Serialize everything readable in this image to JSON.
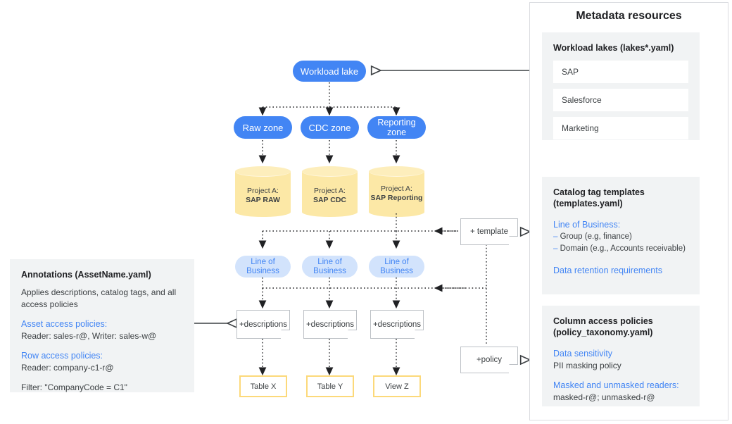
{
  "flow": {
    "root": {
      "label": "Workload lake"
    },
    "zones": [
      {
        "label": "Raw zone"
      },
      {
        "label": "CDC zone"
      },
      {
        "label": "Reporting zone"
      }
    ],
    "projects": [
      {
        "line1": "Project A:",
        "line2": "SAP RAW"
      },
      {
        "line1": "Project A:",
        "line2": "SAP CDC"
      },
      {
        "line1": "Project A:",
        "line2": "SAP Reporting"
      }
    ],
    "lob": [
      {
        "line1": "Line of",
        "line2": "Business"
      },
      {
        "line1": "Line of",
        "line2": "Business"
      },
      {
        "line1": "Line of",
        "line2": "Business"
      }
    ],
    "descriptions": [
      {
        "label": "+descriptions"
      },
      {
        "label": "+descriptions"
      },
      {
        "label": "+descriptions"
      }
    ],
    "assets": [
      {
        "label": "Table X"
      },
      {
        "label": "Table Y"
      },
      {
        "label": "View Z"
      }
    ],
    "template_note": {
      "label": "+ template"
    },
    "policy_note": {
      "label": "+policy"
    }
  },
  "annotations": {
    "title": "Annotations (AssetName.yaml)",
    "description": "Applies descriptions, catalog tags, and all access policies",
    "asset_policies_label": "Asset access policies:",
    "asset_policies_value": "Reader: sales-r@, Writer: sales-w@",
    "row_policies_label": "Row access policies:",
    "row_policies_value": "Reader: company-c1-r@",
    "filter_value": "Filter: \"CompanyCode = C1\""
  },
  "metadata": {
    "title": "Metadata resources",
    "lakes": {
      "heading": "Workload lakes (lakes*.yaml)",
      "items": [
        "SAP",
        "Salesforce",
        "Marketing"
      ]
    },
    "templates": {
      "heading_line1": "Catalog tag templates",
      "heading_line2": "(templates.yaml)",
      "lob_label": "Line of Business:",
      "bullets": [
        "Group (e.g, finance)",
        "Domain (e.g., Accounts receivable)"
      ],
      "retention_label": "Data retention requirements"
    },
    "policies": {
      "heading_line1": "Column access policies",
      "heading_line2": "(policy_taxonomy.yaml)",
      "sensitivity_label": "Data sensitivity",
      "sensitivity_value": "PII masking policy",
      "readers_label": "Masked and unmasked readers:",
      "readers_value": "masked-r@; unmasked-r@"
    }
  },
  "colors": {
    "blue": "#4285f4",
    "lob_fill": "#d2e3fc",
    "cylinder": "#fce8a6",
    "table_border": "#fcd97a",
    "panel_bg": "#f1f3f4",
    "line": "#3c4043"
  }
}
